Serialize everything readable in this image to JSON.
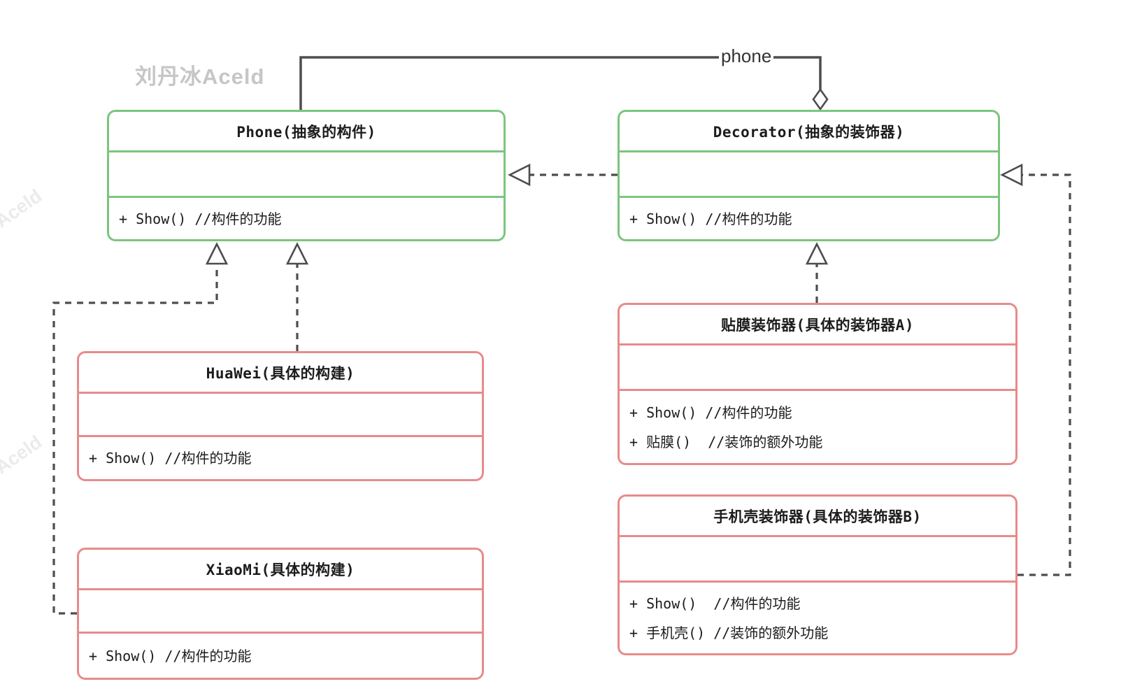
{
  "diagram": {
    "watermark_main": "刘丹冰Aceld",
    "watermark_side": "Aceld",
    "colors": {
      "abstract_border": "#7cc57f",
      "concrete_border": "#e78b8b",
      "line": "#4d4d4d",
      "watermark_main": "#c6c6c6",
      "watermark_side": "#ebebeb"
    },
    "classes": {
      "phone": {
        "title": "Phone(抽象的构件)",
        "methods": [
          "+ Show() //构件的功能"
        ]
      },
      "decorator": {
        "title": "Decorator(抽象的装饰器)",
        "methods": [
          "+ Show() //构件的功能"
        ]
      },
      "huawei": {
        "title": "HuaWei(具体的构建)",
        "methods": [
          "+ Show() //构件的功能"
        ]
      },
      "xiaomi": {
        "title": "XiaoMi(具体的构建)",
        "methods": [
          "+ Show() //构件的功能"
        ]
      },
      "decorator_a": {
        "title": "贴膜装饰器(具体的装饰器A)",
        "methods": [
          "+ Show() //构件的功能",
          "+ 贴膜()  //装饰的额外功能"
        ]
      },
      "decorator_b": {
        "title": "手机壳装饰器(具体的装饰器B)",
        "methods": [
          "+ Show()  //构件的功能",
          "+ 手机壳() //装饰的额外功能"
        ]
      }
    },
    "edges": {
      "aggregation_label": "phone",
      "relations": [
        {
          "from": "Decorator",
          "to": "Phone",
          "type": "aggregation",
          "label": "phone"
        },
        {
          "from": "Decorator",
          "to": "Phone",
          "type": "dashed-realization"
        },
        {
          "from": "HuaWei",
          "to": "Phone",
          "type": "dashed-realization"
        },
        {
          "from": "XiaoMi",
          "to": "Phone",
          "type": "dashed-realization"
        },
        {
          "from": "贴膜装饰器",
          "to": "Decorator",
          "type": "dashed-realization"
        },
        {
          "from": "手机壳装饰器",
          "to": "Decorator",
          "type": "dashed-realization"
        }
      ]
    }
  }
}
